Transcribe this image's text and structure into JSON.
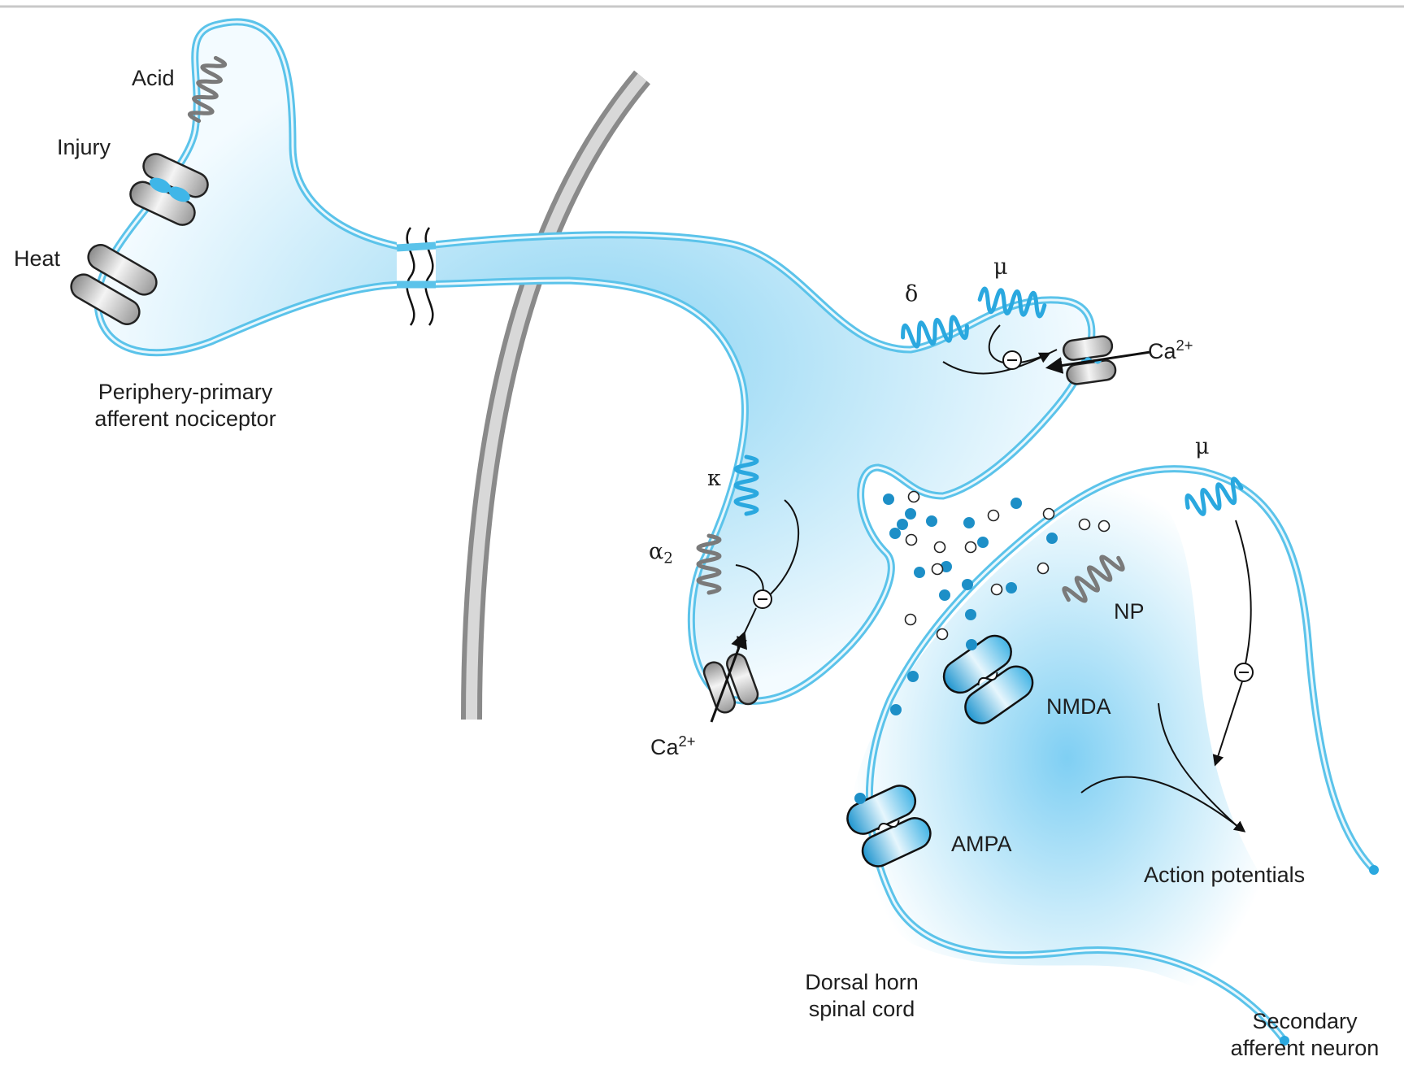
{
  "labels": {
    "acid": "Acid",
    "injury": "Injury",
    "heat": "Heat",
    "periphery_line1": "Periphery-primary",
    "periphery_line2": "afferent nociceptor",
    "delta": "δ",
    "mu_top": "μ",
    "ca_right_base": "Ca",
    "ca_right_sup": "2+",
    "kappa": "κ",
    "alpha_base": "α",
    "alpha_sub": "2",
    "ca_left_base": "Ca",
    "ca_left_sup": "2+",
    "mu_right": "μ",
    "np": "NP",
    "nmda": "NMDA",
    "ampa": "AMPA",
    "action_potentials": "Action potentials",
    "dorsal_line1": "Dorsal horn",
    "dorsal_line2": "spinal cord",
    "secondary_line1": "Secondary",
    "secondary_line2": "afferent neuron",
    "inhibit_symbol": "−"
  },
  "colors": {
    "membrane": "#5bc3ea",
    "membrane_edge": "#2a9fd3",
    "cytoplasm": "#c7e9f8",
    "receptor": "#2aa8df",
    "grey_receptor": "#7f7f7f",
    "spinal_boundary": "#888888",
    "vesicle_filled": "#1d8fc7",
    "text": "#1e1e1e"
  },
  "icons": {
    "acid_receptor": "gpcr-coil-icon",
    "injury_channel": "ion-channel-icon",
    "heat_channel": "ion-channel-icon",
    "calcium_channel": "calcium-channel-icon",
    "inhibition": "minus-circle-icon"
  }
}
